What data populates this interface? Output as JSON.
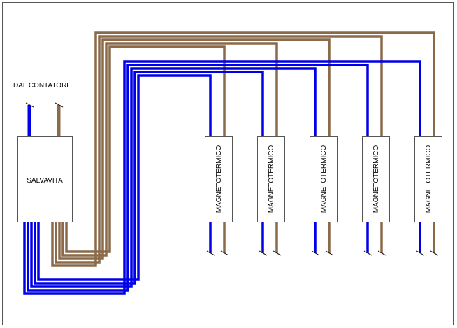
{
  "diagram": {
    "source_label": "DAL CONTATORE",
    "main_device_label": "SALVAVITA",
    "breakers": [
      {
        "label": "MAGNETOTERMICO"
      },
      {
        "label": "MAGNETOTERMICO"
      },
      {
        "label": "MAGNETOTERMICO"
      },
      {
        "label": "MAGNETOTERMICO"
      },
      {
        "label": "MAGNETOTERMICO"
      }
    ],
    "colors": {
      "neutral": "#0000e6",
      "phase": "#8b6a4a",
      "frame": "#555555"
    }
  }
}
